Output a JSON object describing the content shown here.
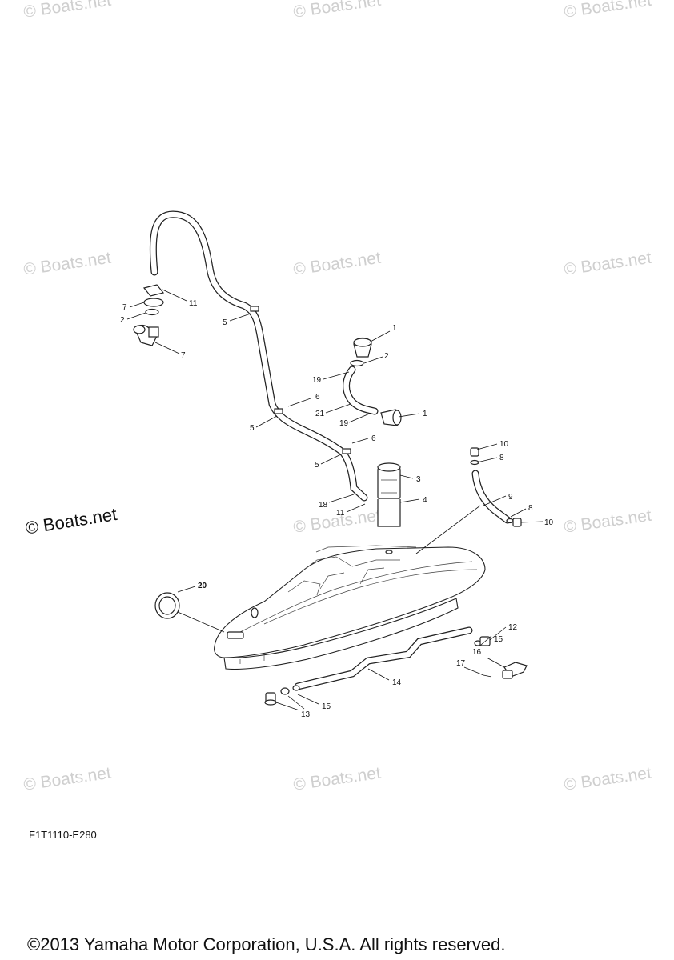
{
  "watermark": "© Boats.net",
  "diagram_code": "F1T1110-E280",
  "copyright": "©2013 Yamaha Motor Corporation, U.S.A. All rights reserved.",
  "callouts": {
    "c1a": "1",
    "c1b": "1",
    "c2a": "2",
    "c2b": "2",
    "c3": "3",
    "c4": "4",
    "c5a": "5",
    "c5b": "5",
    "c5c": "5",
    "c6a": "6",
    "c6b": "6",
    "c7a": "7",
    "c7b": "7",
    "c8a": "8",
    "c8b": "8",
    "c9": "9",
    "c10a": "10",
    "c10b": "10",
    "c11a": "11",
    "c11b": "11",
    "c12": "12",
    "c13": "13",
    "c14": "14",
    "c15a": "15",
    "c15b": "15",
    "c16": "16",
    "c17": "17",
    "c18": "18",
    "c19a": "19",
    "c19b": "19",
    "c20": "20",
    "c21": "21"
  }
}
